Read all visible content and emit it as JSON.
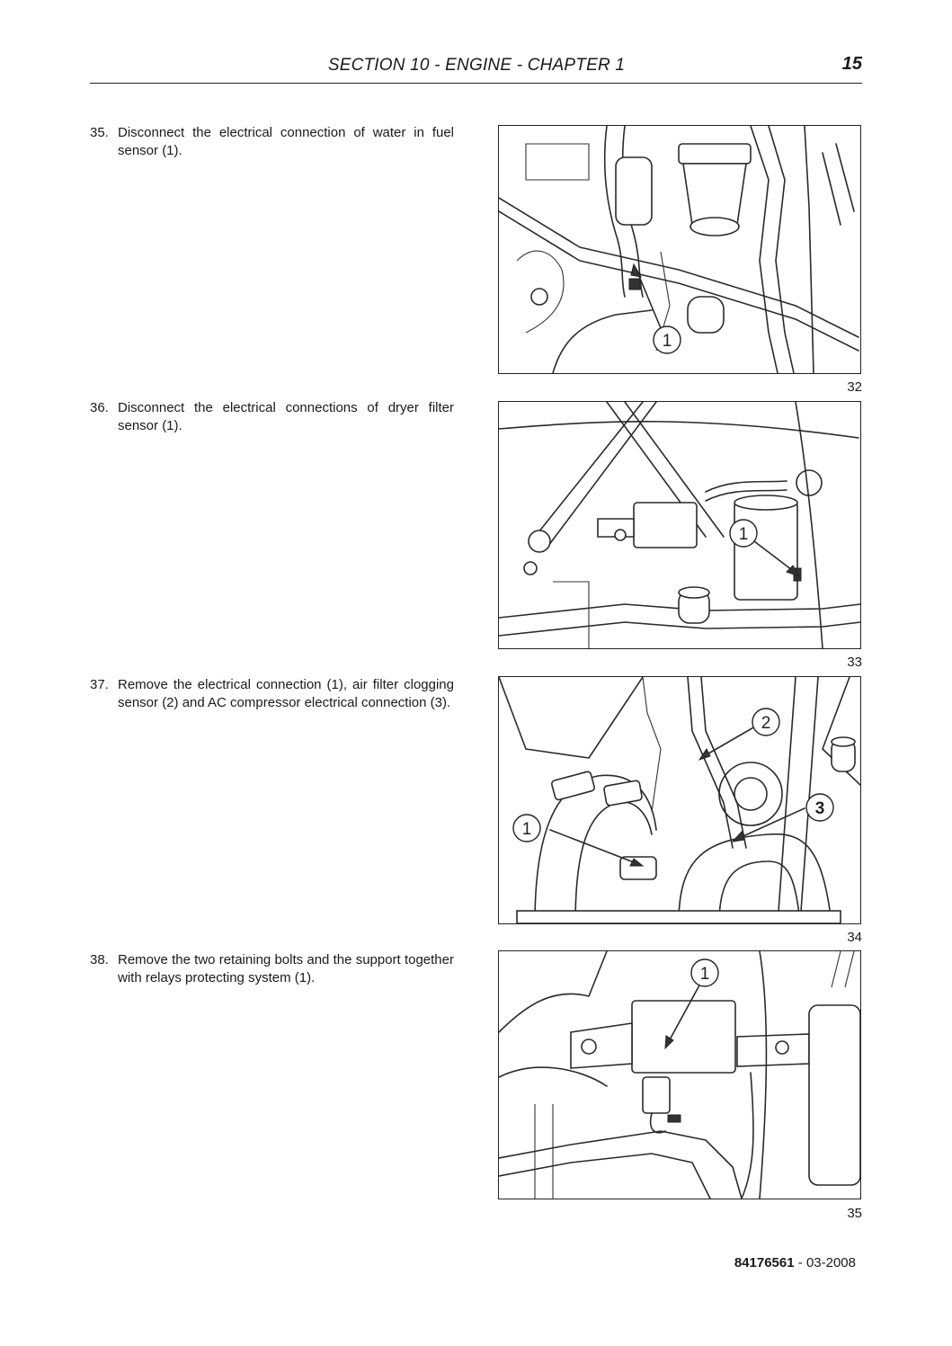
{
  "header": {
    "title": "SECTION 10 - ENGINE - CHAPTER 1",
    "page_number": "15"
  },
  "steps": [
    {
      "number": "35.",
      "text": "Disconnect the electrical connection of water in fuel sensor (1).",
      "figure": "32",
      "callouts": [
        "1"
      ]
    },
    {
      "number": "36.",
      "text": "Disconnect the electrical connections of dryer filter sensor (1).",
      "figure": "33",
      "callouts": [
        "1"
      ]
    },
    {
      "number": "37.",
      "text": "Remove the electrical connection (1), air filter clogging sensor (2) and AC compressor electrical connection (3).",
      "figure": "34",
      "callouts": [
        "1",
        "2",
        "3"
      ]
    },
    {
      "number": "38.",
      "text": "Remove the two retaining bolts and the support together with relays protecting system (1).",
      "figure": "35",
      "callouts": [
        "1"
      ]
    }
  ],
  "footer": {
    "code": "84176561",
    "separator": "-",
    "date": "03-2008"
  }
}
